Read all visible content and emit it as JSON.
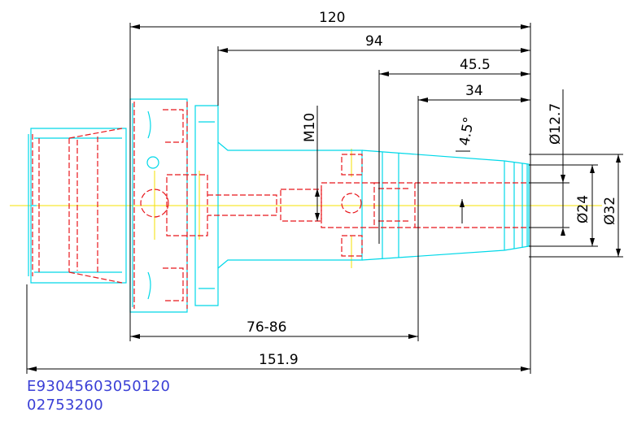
{
  "dimensions": {
    "overall_top": "120",
    "d94": "94",
    "d45_5": "45.5",
    "d34": "34",
    "thread": "M10",
    "angle": "4.5°",
    "dia_12_7": "Ø12.7",
    "dia_24": "Ø24",
    "dia_32": "Ø32",
    "range": "76-86",
    "overall_bottom": "151.9"
  },
  "part_codes": {
    "line1": "E93045603050120",
    "line2": "02753200"
  },
  "colors": {
    "outline": "#00d8e8",
    "hidden": "#e8161b",
    "centerline": "#f5e000",
    "dimension": "#000000",
    "code_text": "#3a3fd6"
  }
}
